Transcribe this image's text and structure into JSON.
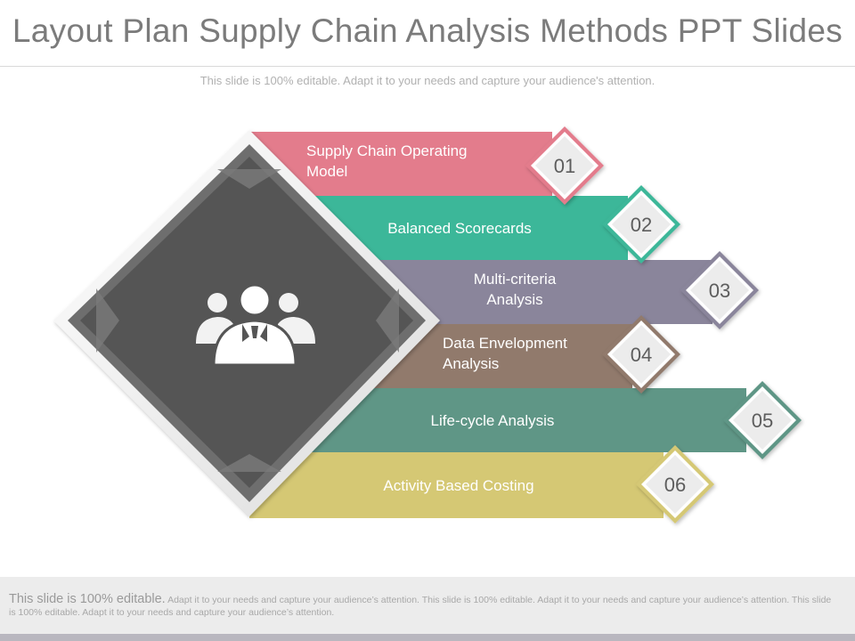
{
  "slide": {
    "title": "Layout Plan Supply Chain Analysis Methods PPT Slides",
    "subtitle": "This slide is 100% editable. Adapt it to your needs and capture your audience's attention."
  },
  "diagram": {
    "center_icon": "people-group-icon",
    "items": [
      {
        "number": "01",
        "label": "Supply Chain Operating Model",
        "color": "#e37c8c"
      },
      {
        "number": "02",
        "label": "Balanced Scorecards",
        "color": "#3cb799"
      },
      {
        "number": "03",
        "label": "Multi-criteria Analysis",
        "color": "#8a859b"
      },
      {
        "number": "04",
        "label": "Data Envelopment Analysis",
        "color": "#917a6c"
      },
      {
        "number": "05",
        "label": "Life-cycle Analysis",
        "color": "#5f9686"
      },
      {
        "number": "06",
        "label": "Activity Based Costing",
        "color": "#d5c874"
      }
    ]
  },
  "footer": {
    "lead": "This slide is 100% editable.",
    "body": "Adapt it to your needs and capture your audience’s attention. This slide is 100% editable. Adapt it to your needs and capture your audience’s attention. This slide is 100% editable. Adapt it to your needs and capture your audience’s attention."
  }
}
